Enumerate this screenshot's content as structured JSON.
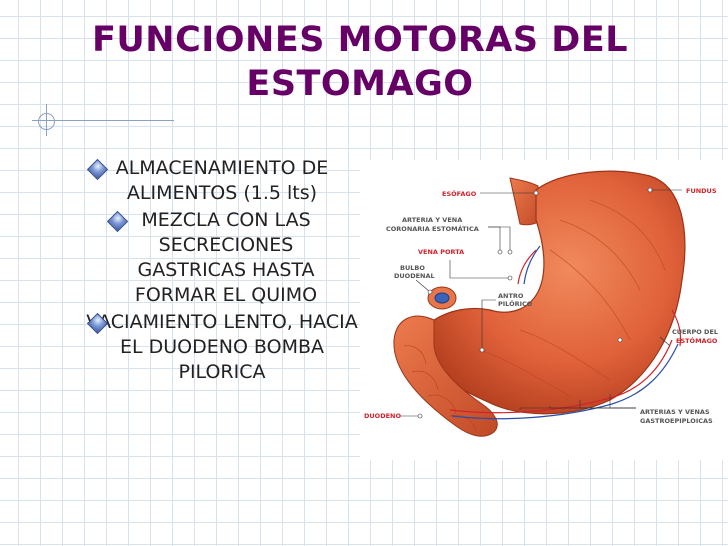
{
  "slide": {
    "title_line1": "FUNCIONES MOTORAS DEL",
    "title_line2": "ESTOMAGO",
    "title_color": "#660066"
  },
  "bullets": [
    {
      "text": "ALMACENAMIENTO DE ALIMENTOS (1.5 lts)",
      "level": 1
    },
    {
      "text": "MEZCLA CON LAS SECRECIONES GASTRICAS HASTA FORMAR EL QUIMO",
      "level": 2
    },
    {
      "text": "VACIAMIENTO LENTO, HACIA EL DUODENO BOMBA PILORICA",
      "level": 1
    }
  ],
  "figure": {
    "labels": {
      "esofago": "ESÓFAGO",
      "fundus": "FUNDUS",
      "arteria_vena_1": "ARTERIA Y VENA",
      "arteria_vena_2": "CORONARIA ESTOMÁTICA",
      "vena_porta": "VENA PORTA",
      "bulbo_1": "BULBO",
      "bulbo_2": "DUODENAL",
      "antro_1": "ANTRO",
      "antro_2": "PILÓRICO",
      "cuerpo_1": "CUERPO DEL",
      "cuerpo_2": "ESTÓMAGO",
      "duodeno": "DUODENO",
      "arterias_1": "ARTERIAS Y VENAS",
      "arterias_2": "GASTROEPIPLOICAS"
    }
  },
  "colors": {
    "grid": "#d7e2ef",
    "stomach": "#e2643a",
    "label_red": "#d2232a"
  }
}
